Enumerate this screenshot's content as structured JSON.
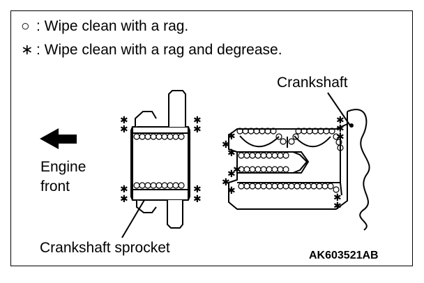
{
  "legend": {
    "items": [
      {
        "symbol": "○",
        "text": ": Wipe clean with a rag."
      },
      {
        "symbol": "∗",
        "text": ": Wipe clean with a rag and degrease."
      }
    ]
  },
  "labels": {
    "crankshaft": "Crankshaft",
    "engine_front_line1": "Engine",
    "engine_front_line2": "front",
    "crankshaft_sprocket": "Crankshaft sprocket"
  },
  "figure_code": "AK603521AB",
  "icons": {
    "direction_arrow": "arrow-left-icon",
    "ring_marker": "circle-marker-icon",
    "asterisk_marker": "asterisk-marker-icon"
  },
  "colors": {
    "ink": "#000000",
    "background": "#ffffff"
  }
}
